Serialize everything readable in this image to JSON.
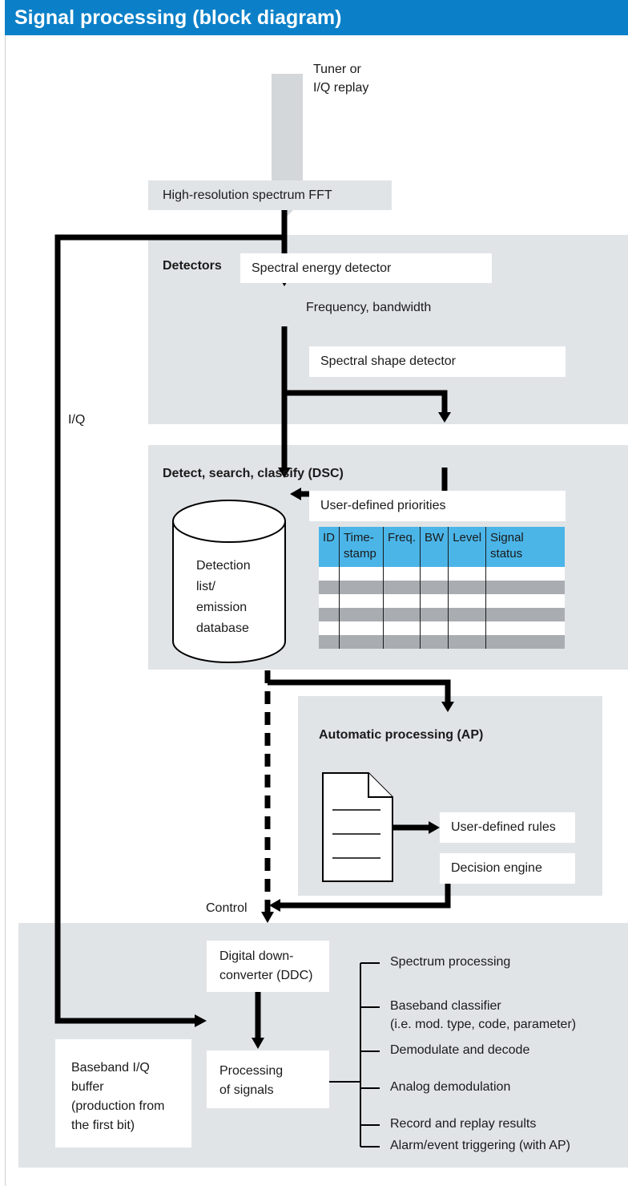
{
  "title": "Signal processing (block diagram)",
  "input": {
    "line1": "Tuner or",
    "line2": "I/Q replay"
  },
  "fft": "High-resolution spectrum FFT",
  "detectors": {
    "title": "Detectors",
    "energy": "Spectral energy detector",
    "freq_bw": "Frequency, bandwidth",
    "shape": "Spectral shape detector"
  },
  "iq_label": "I/Q",
  "dsc": {
    "title": "Detect, search, classify (DSC)",
    "database": {
      "l1": "Detection",
      "l2": "list/",
      "l3": "emission",
      "l4": "database"
    },
    "priorities": "User-defined priorities",
    "table": {
      "headers": [
        {
          "l1": "ID",
          "l2": ""
        },
        {
          "l1": "Time-",
          "l2": "stamp"
        },
        {
          "l1": "Freq.",
          "l2": ""
        },
        {
          "l1": "BW",
          "l2": ""
        },
        {
          "l1": "Level",
          "l2": ""
        },
        {
          "l1": "Signal",
          "l2": "status"
        }
      ],
      "row_shading": [
        "white",
        "gray",
        "white",
        "gray",
        "white",
        "gray"
      ]
    }
  },
  "ap": {
    "title": "Automatic processing (AP)",
    "rules": "User-defined rules",
    "decision": "Decision engine"
  },
  "control_label": "Control",
  "bottom": {
    "buffer": {
      "l1": "Baseband I/Q",
      "l2": "buffer",
      "l3": "(production from",
      "l4": "the first bit)"
    },
    "ddc": {
      "l1": "Digital down-",
      "l2": "converter (DDC)"
    },
    "processing": {
      "l1": "Processing",
      "l2": "of signals"
    },
    "outputs": [
      {
        "l1": "Spectrum processing",
        "l2": ""
      },
      {
        "l1": "Baseband classifier",
        "l2": "(i.e. mod. type, code, parameter)"
      },
      {
        "l1": "Demodulate and decode",
        "l2": ""
      },
      {
        "l1": "Analog demodulation",
        "l2": ""
      },
      {
        "l1": "Record and replay results",
        "l2": ""
      },
      {
        "l1": "Alarm/event triggering (with AP)",
        "l2": ""
      }
    ]
  },
  "colors": {
    "header": "#0b80c8",
    "region": "#e1e4e7",
    "table_header": "#4bb5e8",
    "table_gray_row": "#a9adb1"
  }
}
